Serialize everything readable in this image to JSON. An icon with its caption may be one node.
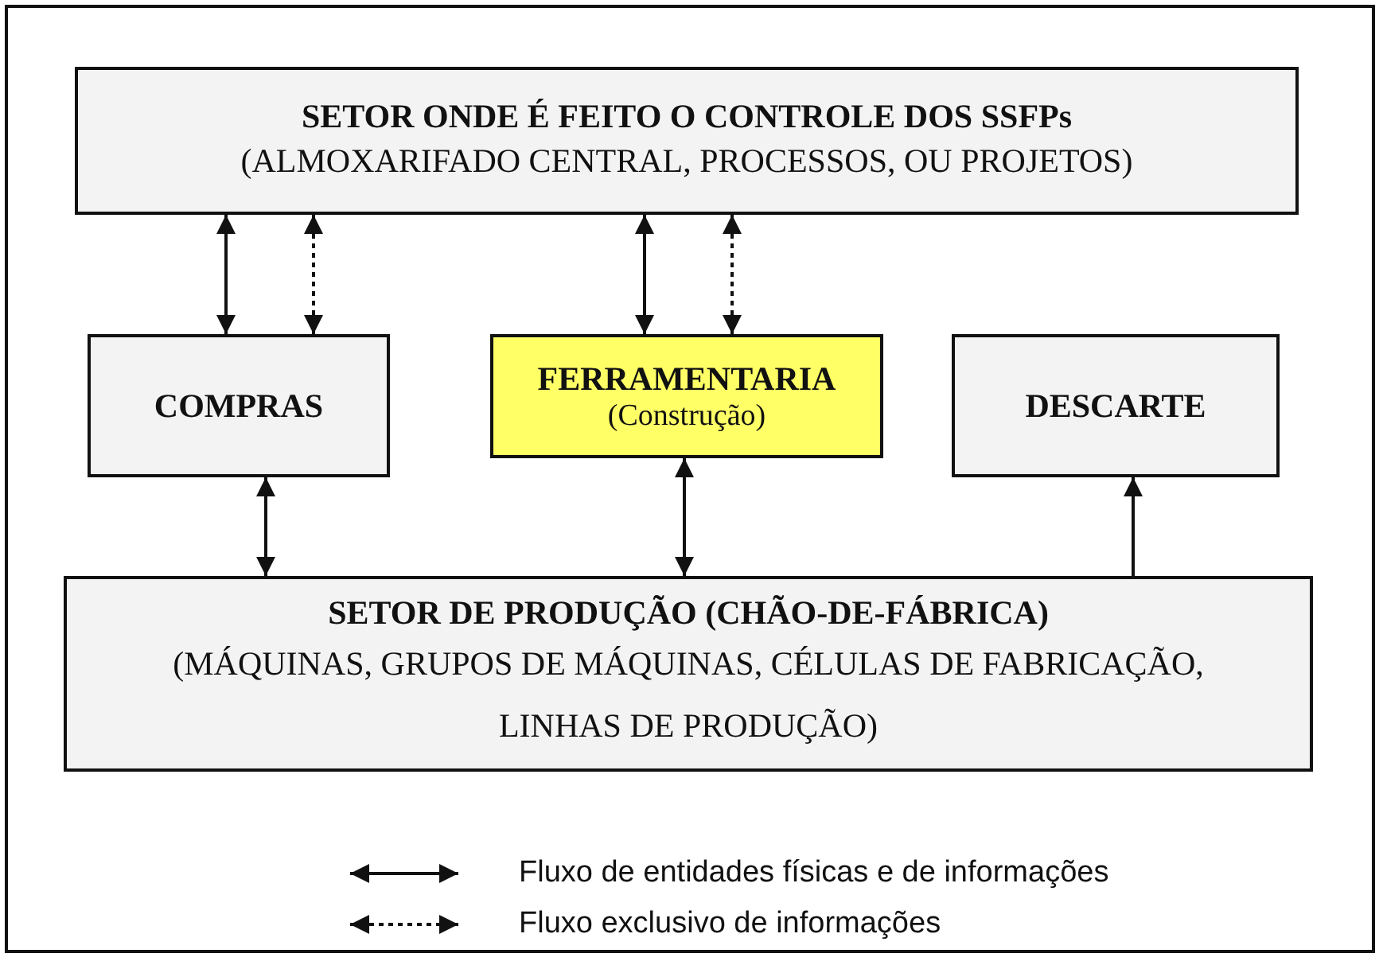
{
  "diagram": {
    "nodes": [
      {
        "text": [
          "SETOR ONDE É FEITO O CONTROLE DOS SSFPs",
          "(ALMOXARIFADO CENTRAL, PROCESSOS, OU PROJETOS)"
        ]
      },
      {
        "text": [
          "COMPRAS"
        ]
      },
      {
        "text": [
          "FERRAMENTARIA",
          "(Construção)"
        ]
      },
      {
        "text": [
          "DESCARTE"
        ]
      },
      {
        "text": [
          "SETOR DE PRODUÇÃO (CHÃO-DE-FÁBRICA)",
          "(MÁQUINAS, GRUPOS DE MÁQUINAS, CÉLULAS DE FABRICAÇÃO, LINHAS DE PRODUÇÃO)"
        ]
      }
    ],
    "edges": [
      {
        "from": 0,
        "to": 1,
        "arrow": "both"
      },
      {
        "from": 0,
        "to": 1,
        "arrow": "both",
        "style": "dashed"
      },
      {
        "from": 0,
        "to": 2,
        "arrow": "both"
      },
      {
        "from": 0,
        "to": 2,
        "arrow": "both",
        "style": "dashed"
      },
      {
        "from": 1,
        "to": 4,
        "arrow": "both"
      },
      {
        "from": 2,
        "to": 4,
        "arrow": "both"
      },
      {
        "from": 4,
        "to": 3,
        "arrow": "to"
      }
    ],
    "legend": [
      {
        "text": "Fluxo de entidades físicas e de informações"
      },
      {
        "text": "Fluxo exclusivo de informações"
      }
    ]
  }
}
